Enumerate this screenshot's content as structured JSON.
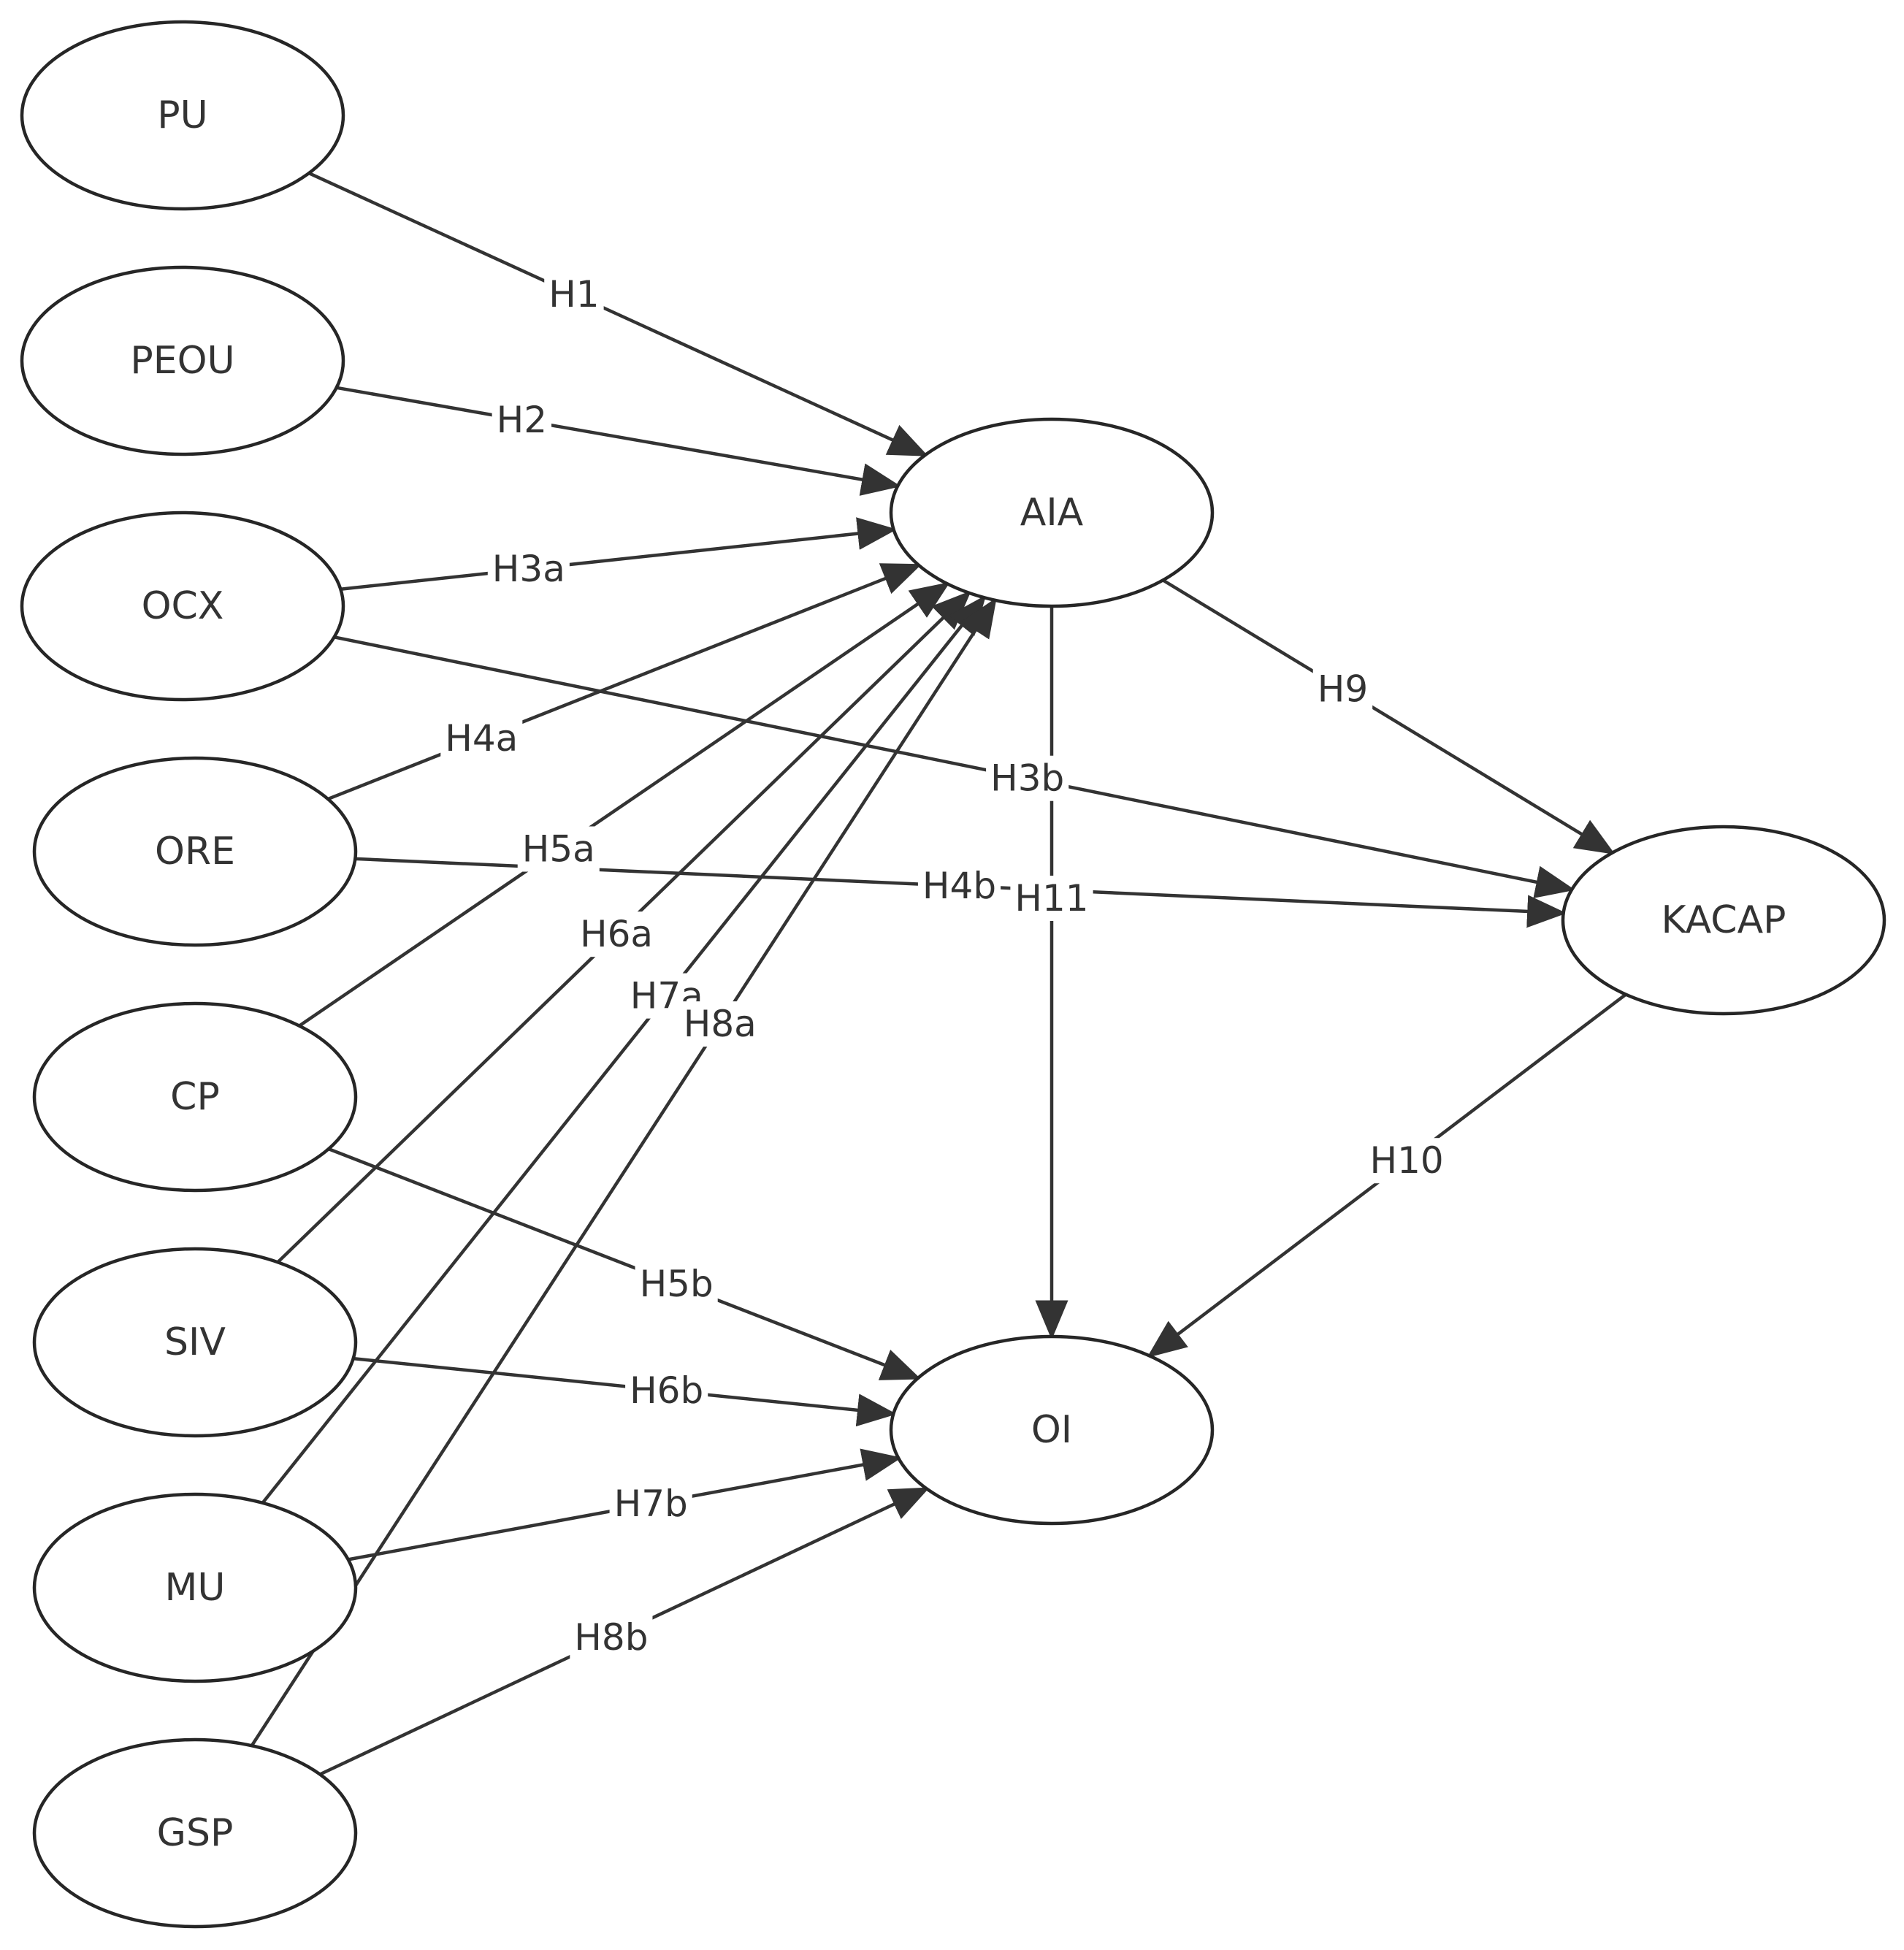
{
  "nodes": [
    {
      "id": "PU",
      "label": "PU"
    },
    {
      "id": "PEOU",
      "label": "PEOU"
    },
    {
      "id": "OCX",
      "label": "OCX"
    },
    {
      "id": "ORE",
      "label": "ORE"
    },
    {
      "id": "CP",
      "label": "CP"
    },
    {
      "id": "SIV",
      "label": "SIV"
    },
    {
      "id": "MU",
      "label": "MU"
    },
    {
      "id": "GSP",
      "label": "GSP"
    },
    {
      "id": "AIA",
      "label": "AIA"
    },
    {
      "id": "KACAP",
      "label": "KACAP"
    },
    {
      "id": "OI",
      "label": "OI"
    }
  ],
  "edges": [
    {
      "from": "PU",
      "to": "AIA",
      "label": "H1"
    },
    {
      "from": "PEOU",
      "to": "AIA",
      "label": "H2"
    },
    {
      "from": "OCX",
      "to": "AIA",
      "label": "H3a"
    },
    {
      "from": "ORE",
      "to": "AIA",
      "label": "H4a"
    },
    {
      "from": "CP",
      "to": "AIA",
      "label": "H5a"
    },
    {
      "from": "SIV",
      "to": "AIA",
      "label": "H6a"
    },
    {
      "from": "MU",
      "to": "AIA",
      "label": "H7a"
    },
    {
      "from": "GSP",
      "to": "AIA",
      "label": "H8a"
    },
    {
      "from": "OCX",
      "to": "KACAP",
      "label": "H3b"
    },
    {
      "from": "ORE",
      "to": "KACAP",
      "label": "H4b"
    },
    {
      "from": "CP",
      "to": "OI",
      "label": "H5b"
    },
    {
      "from": "SIV",
      "to": "OI",
      "label": "H6b"
    },
    {
      "from": "MU",
      "to": "OI",
      "label": "H7b"
    },
    {
      "from": "GSP",
      "to": "OI",
      "label": "H8b"
    },
    {
      "from": "AIA",
      "to": "KACAP",
      "label": "H9"
    },
    {
      "from": "KACAP",
      "to": "OI",
      "label": "H10"
    },
    {
      "from": "AIA",
      "to": "OI",
      "label": "H11"
    }
  ]
}
